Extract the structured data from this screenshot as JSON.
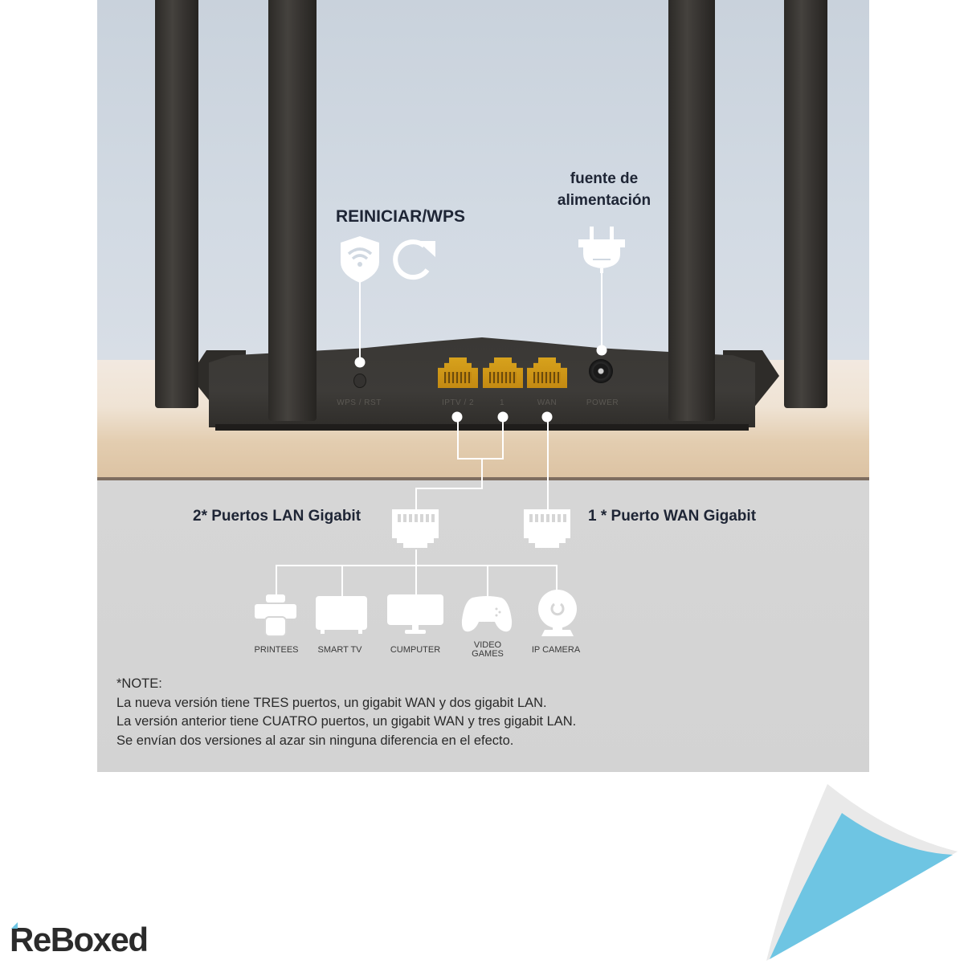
{
  "callouts": {
    "reset_wps": "REINICIAR/WPS",
    "power_line1": "fuente de",
    "power_line2": "alimentación"
  },
  "chassis_labels": {
    "wps_rst": "WPS / RST",
    "iptv2": "IPTV / 2",
    "port1": "1",
    "wan": "WAN",
    "power": "POWER"
  },
  "ports": {
    "lan_label": "2* Puertos LAN Gigabit",
    "wan_label": "1 * Puerto WAN Gigabit"
  },
  "devices": [
    {
      "label": "PRINTEES",
      "icon": "printer-icon"
    },
    {
      "label": "SMART TV",
      "icon": "tv-icon"
    },
    {
      "label": "CUMPUTER",
      "icon": "monitor-icon"
    },
    {
      "label_line1": "VIDEO",
      "label_line2": "GAMES",
      "icon": "gamepad-icon"
    },
    {
      "label": "IP CAMERA",
      "icon": "webcam-icon"
    }
  ],
  "note": {
    "title": "*NOTE:",
    "lines": [
      "La nueva versión tiene TRES puertos, un gigabit WAN y dos gigabit LAN.",
      "La versión anterior tiene CUATRO puertos, un gigabit WAN y tres gigabit LAN.",
      "Se envían dos versiones al azar sin ninguna diferencia en el efecto."
    ]
  },
  "brand": {
    "name": "ReBoxed",
    "accent_color": "#6ec5e3"
  },
  "colors": {
    "port_gold": "#d7a21c",
    "heading_text": "#1e2535",
    "corner_blue": "#6ec5e3"
  }
}
